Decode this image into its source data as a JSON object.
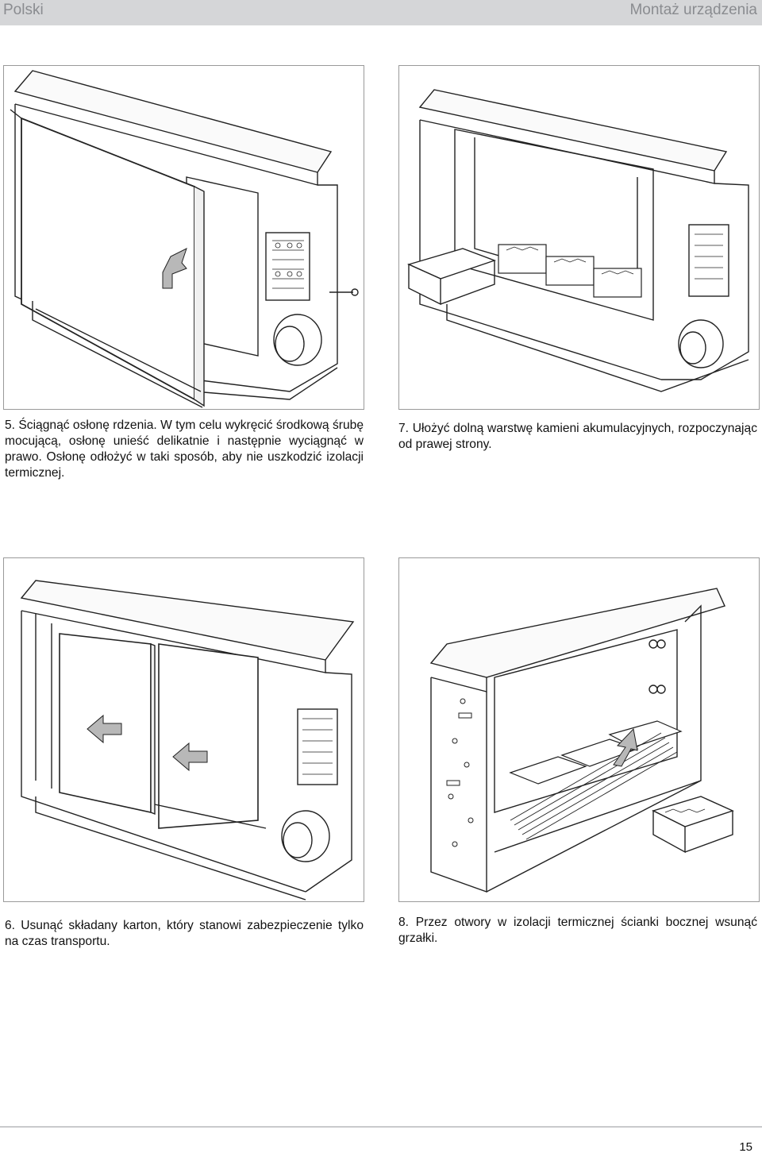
{
  "header": {
    "language": "Polski",
    "section": "Montaż urządzenia"
  },
  "figures": [
    {
      "step": "5",
      "caption": "5.  Ściągnąć osłonę rdzenia. W tym celu wykręcić środkową śrubę mocującą, osłonę unieść delikatnie i następnie wyciągnąć w prawo. Osłonę odłożyć w taki sposób, aby nie uszkodzić izolacji termicznej."
    },
    {
      "step": "7",
      "caption": "7. Ułożyć dolną warstwę kamieni akumulacyjnych, rozpoczynając od prawej strony."
    },
    {
      "step": "6",
      "caption": "6. Usunąć składany karton, który stanowi zabezpieczenie tylko na czas transportu."
    },
    {
      "step": "8",
      "caption": "8. Przez otwory w izolacji termicznej ścianki bocznej wsunąć grzałki."
    }
  ],
  "footer": {
    "page_number": "15"
  },
  "colors": {
    "header_background": "#d5d6d8",
    "header_text": "#8a8c90",
    "line_art": "#222222",
    "arrow_fill": "#b8b8b8"
  }
}
